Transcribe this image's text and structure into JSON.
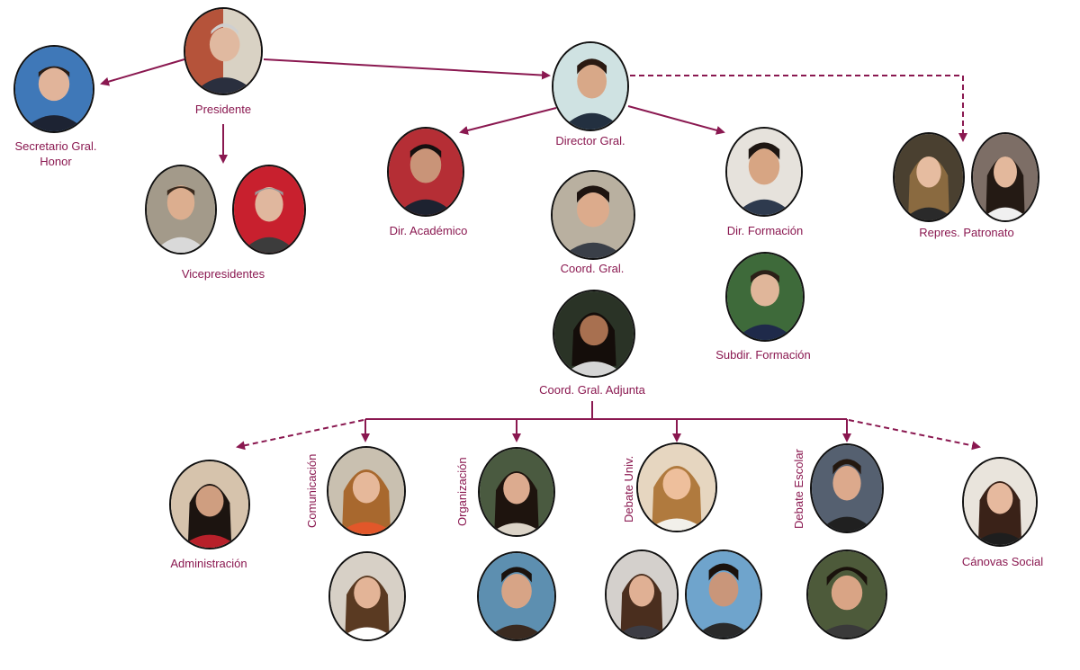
{
  "colors": {
    "line": "#8a1850",
    "label": "#8a1850",
    "border": "#111111"
  },
  "labels": {
    "presidente": "Presidente",
    "secretario_line1": "Secretario Gral.",
    "secretario_line2": "Honor",
    "vicepresidentes": "Vicepresidentes",
    "director": "Director Gral.",
    "dir_academico": "Dir. Académico",
    "coord_gral": "Coord. Gral.",
    "coord_adjunta": "Coord. Gral. Adjunta",
    "dir_formacion": "Dir. Formación",
    "subdir_formacion": "Subdir. Formación",
    "repres_patronato": "Repres. Patronato",
    "administracion": "Administración",
    "comunicacion": "Comunicación",
    "organizacion": "Organización",
    "debate_univ": "Debate Univ.",
    "debate_escolar": "Debate Escolar",
    "canovas_social": "Cánovas Social"
  }
}
